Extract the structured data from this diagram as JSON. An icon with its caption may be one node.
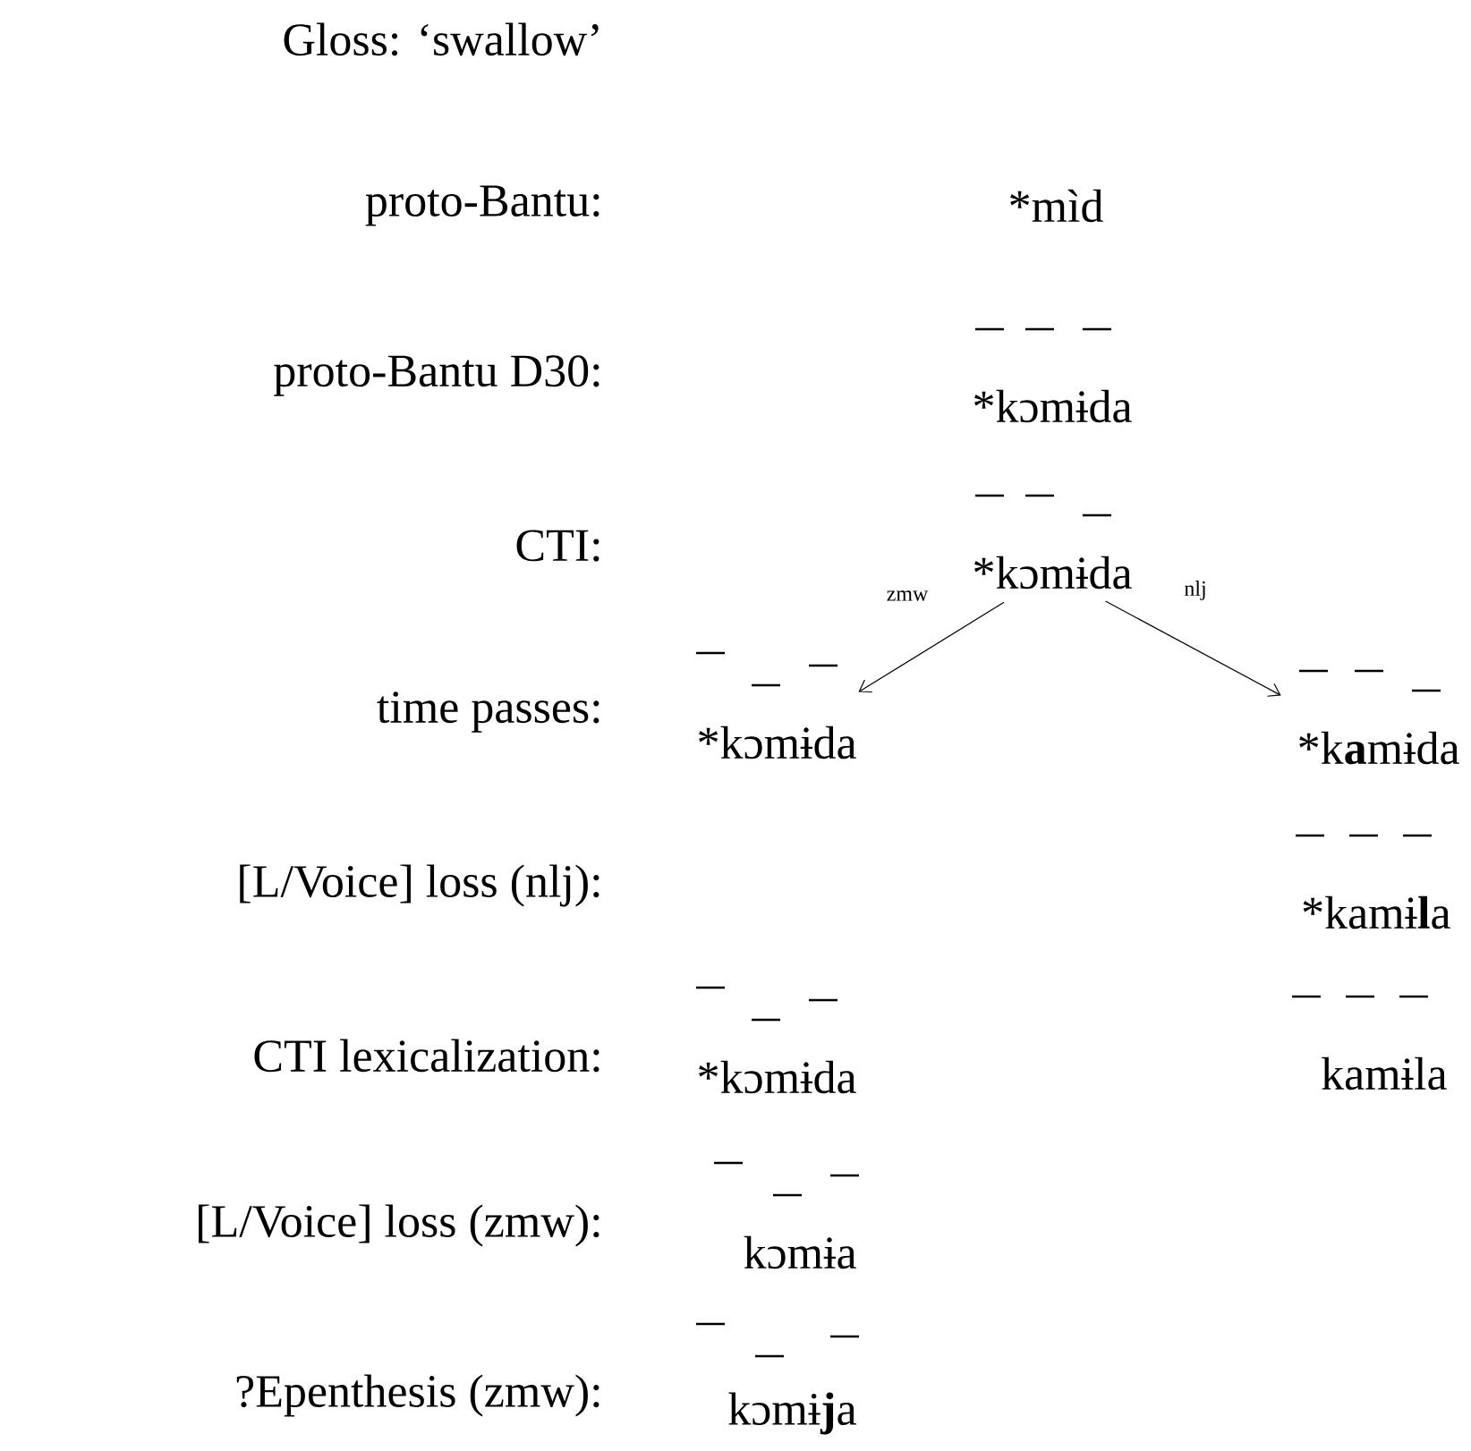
{
  "diagram": {
    "nodes": [
      {
        "text": [
          "*mìd"
        ]
      },
      {
        "text": [
          "*kɔmɨda"
        ]
      },
      {
        "text": [
          "*kɔmɨda"
        ]
      },
      {
        "text": [
          "*kɔmɨda"
        ]
      },
      {
        "text": [
          "*k**a**mɨda"
        ]
      },
      {
        "text": [
          "*kamɨ**l**a"
        ]
      },
      {
        "text": [
          "*kɔmɨda"
        ]
      },
      {
        "text": [
          "kamɨla"
        ]
      },
      {
        "text": [
          "kɔmɨa"
        ]
      },
      {
        "text": [
          "kɔmɨ**j**a"
        ]
      }
    ],
    "edges": [
      {
        "from": 2,
        "to": 3,
        "arrow": "to",
        "label": "zmw"
      },
      {
        "from": 2,
        "to": 4,
        "arrow": "to",
        "label": "nlj"
      }
    ],
    "labels": [
      "Gloss: ‘swallow’",
      "proto-Bantu:",
      "proto-Bantu D30:",
      "CTI:",
      "time passes:",
      "[L/Voice] loss (nlj):",
      "CTI lexicalization:",
      "[L/Voice] loss (zmw):",
      "?Epenthesis (zmw):"
    ]
  }
}
